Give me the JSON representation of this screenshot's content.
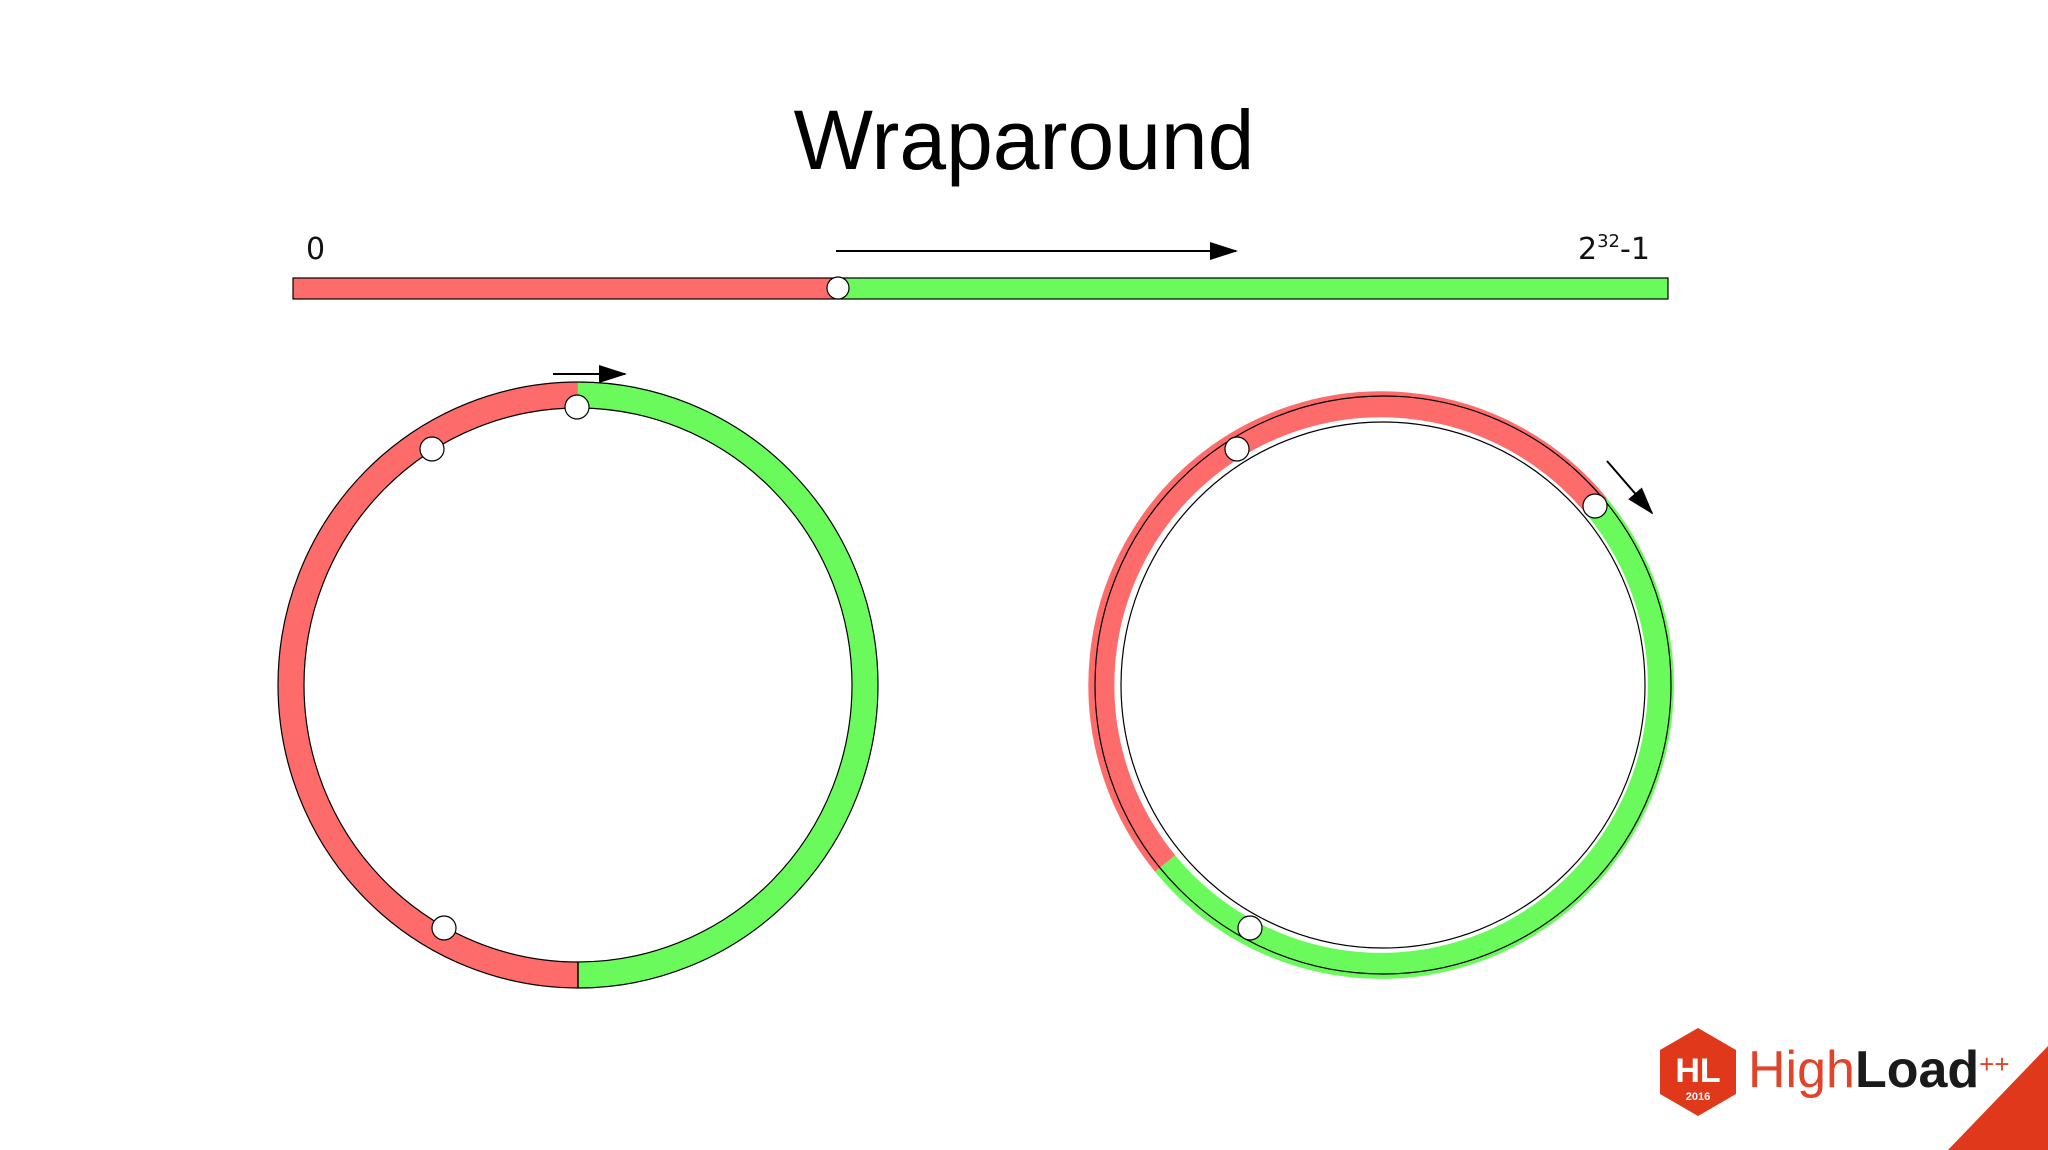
{
  "slide": {
    "title": "Wraparound"
  },
  "diagram": {
    "number_line": {
      "start_label": "0",
      "end_label_base": "2",
      "end_label_exponent": "32",
      "end_label_suffix": "-1"
    },
    "colors": {
      "red_segment": "#fe6b6b",
      "green_segment": "#6bfa5c",
      "outline": "#000000",
      "marker_fill": "#ffffff"
    }
  },
  "branding": {
    "badge_text": "HL",
    "badge_year": "2016",
    "name_light": "High",
    "name_bold": "Load",
    "name_suffix": "++",
    "accent": "#e0381b"
  }
}
